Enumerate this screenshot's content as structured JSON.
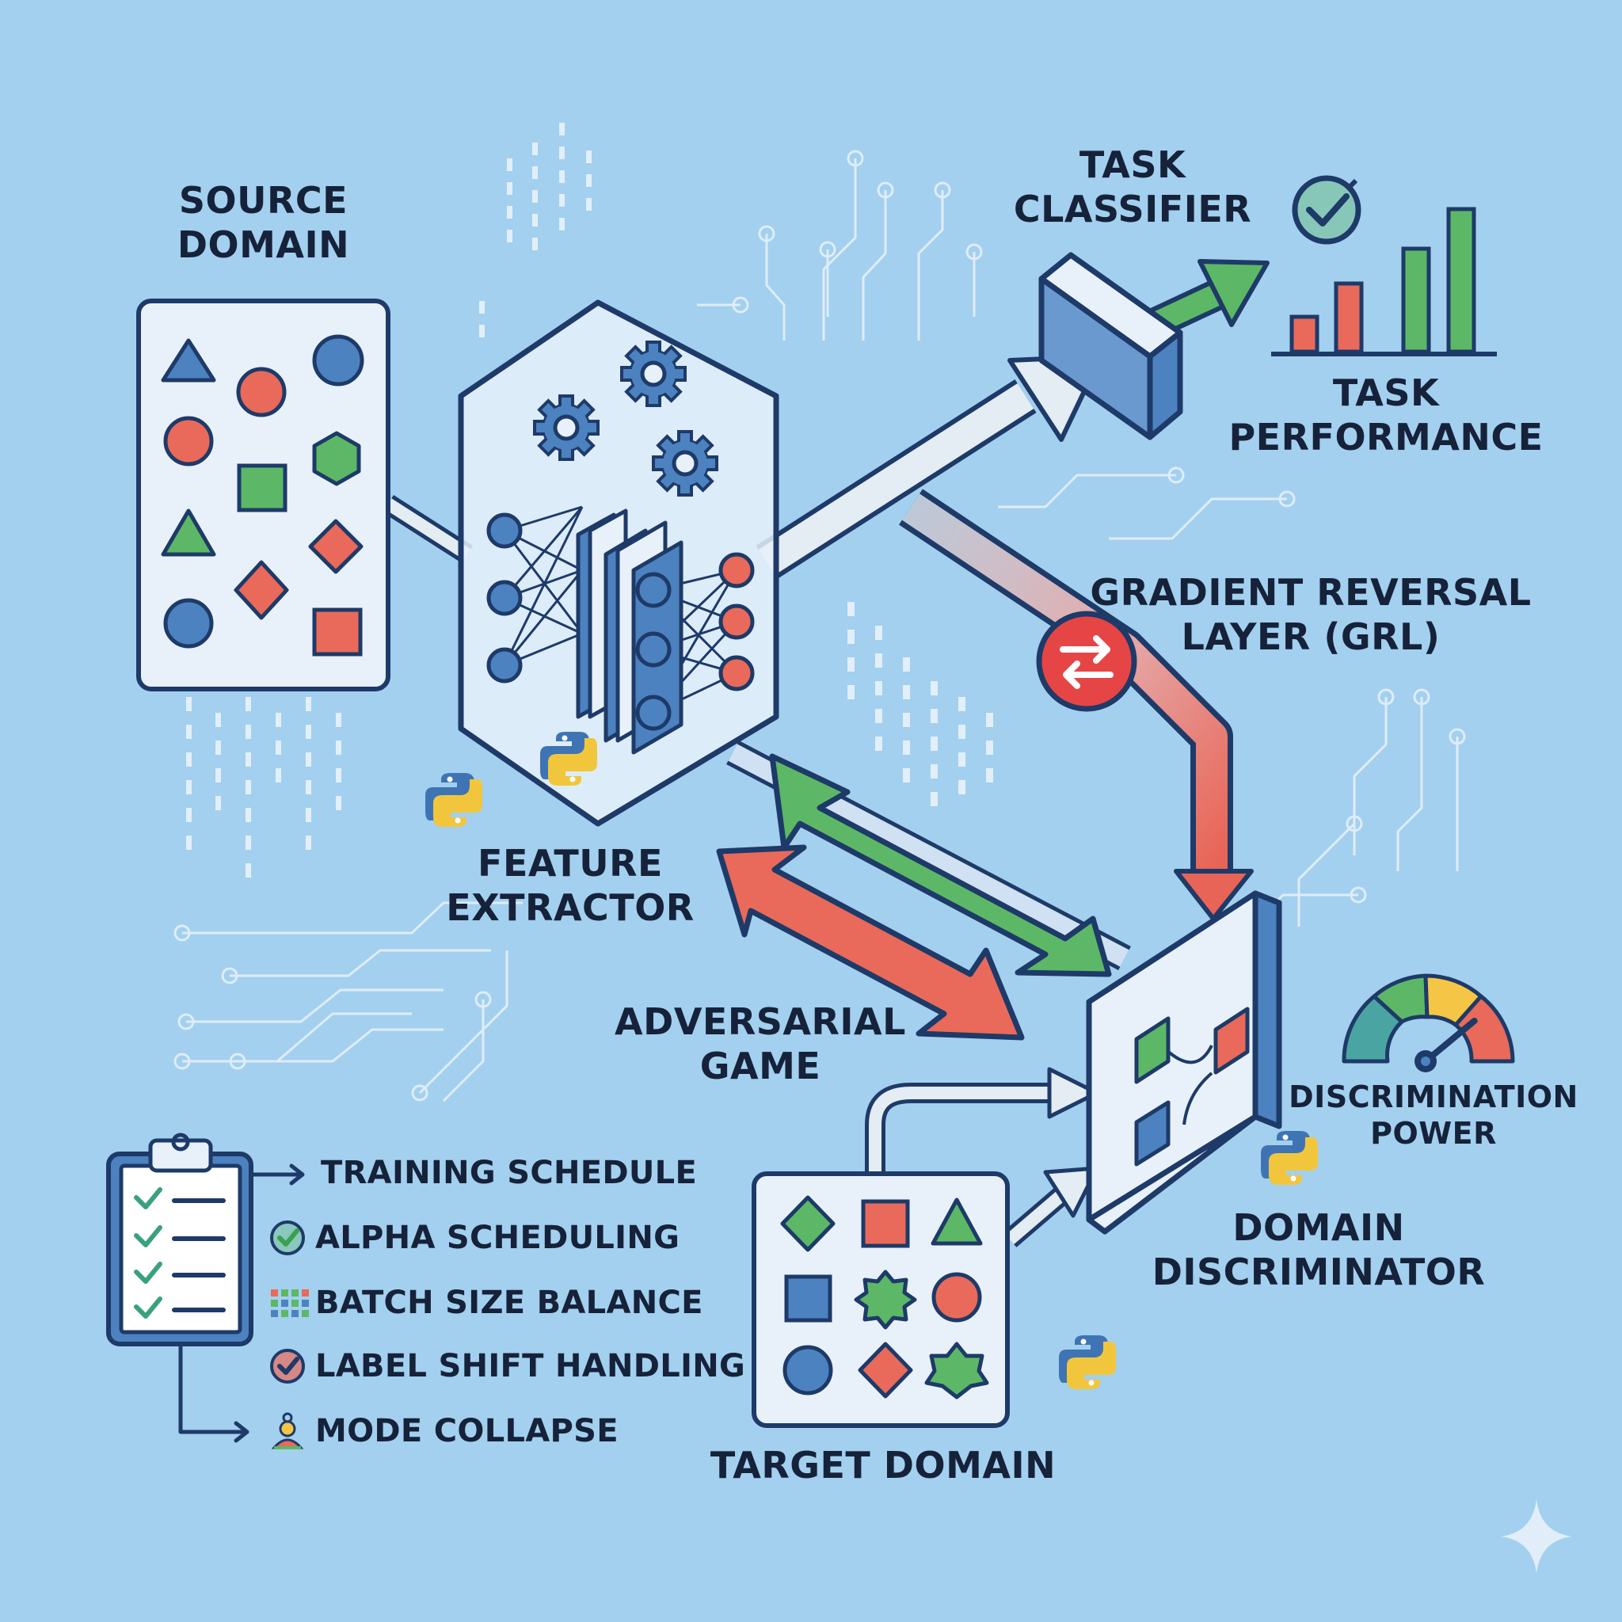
{
  "labels": {
    "source_domain": [
      "SOURCE",
      "DOMAIN"
    ],
    "feature_extractor": [
      "FEATURE",
      "EXTRACTOR"
    ],
    "task_classifier": [
      "TASK",
      "CLASSIFIER"
    ],
    "task_performance": [
      "TASK",
      "PERFORMANCE"
    ],
    "grl": [
      "GRADIENT REVERSAL",
      "LAYER (GRL)"
    ],
    "adversarial_game": [
      "ADVERSARIAL",
      "GAME"
    ],
    "domain_discriminator": [
      "DOMAIN",
      "DISCRIMINATOR"
    ],
    "discrimination_power": [
      "DISCRIMINATION",
      "POWER"
    ],
    "target_domain": "TARGET DOMAIN"
  },
  "checklist": {
    "items": [
      {
        "label": "TRAINING SCHEDULE",
        "icon": "arrow-right-icon"
      },
      {
        "label": "ALPHA SCHEDULING",
        "icon": "check-circle-icon"
      },
      {
        "label": "BATCH SIZE BALANCE",
        "icon": "grid-icon"
      },
      {
        "label": "LABEL SHIFT HANDLING",
        "icon": "check-circle-red-icon"
      },
      {
        "label": "MODE COLLAPSE",
        "icon": "person-icon"
      }
    ]
  },
  "task_performance_bars": [
    0.22,
    0.43,
    0.65,
    0.9
  ],
  "discrimination_power_level": 0.78,
  "colors": {
    "background": "#a3d0ee",
    "outline": "#1e3a68",
    "blue": "#4c82c0",
    "green": "#5cb866",
    "red": "#e96a5a",
    "yellow": "#f5c645",
    "panel": "#e8f1fa"
  }
}
